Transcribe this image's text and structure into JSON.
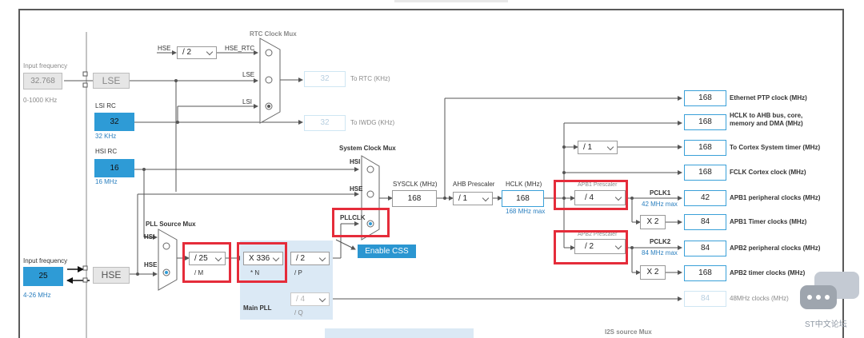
{
  "input_frequency_lse": {
    "label": "Input frequency",
    "value": "32.768",
    "range": "0-1000 KHz"
  },
  "lse": {
    "label": "LSE"
  },
  "lsi_rc": {
    "label": "LSI RC",
    "value": "32",
    "freq": "32 KHz"
  },
  "hsi_rc": {
    "label": "HSI RC",
    "value": "16",
    "freq": "16 MHz"
  },
  "input_frequency_hse": {
    "label": "Input frequency",
    "value": "25",
    "range": "4-26 MHz"
  },
  "hse": {
    "label": "HSE"
  },
  "rtc_mux": {
    "title": "RTC Clock Mux",
    "hse_label": "HSE",
    "div_value": "/ 2",
    "hse_rtc_label": "HSE_RTC",
    "lse_label": "LSE",
    "lsi_label": "LSI"
  },
  "to_rtc": {
    "value": "32",
    "label": "To RTC (KHz)"
  },
  "to_iwdg": {
    "value": "32",
    "label": "To IWDG (KHz)"
  },
  "pll_source_mux": {
    "title": "PLL Source Mux",
    "hsi_label": "HSI",
    "hse_label": "HSE"
  },
  "main_pll": {
    "title": "Main PLL",
    "m_value": "/ 25",
    "m_label": "/ M",
    "n_value": "X 336",
    "n_label": "* N",
    "p_value": "/ 2",
    "p_label": "/ P",
    "q_value": "/ 4",
    "q_label": "/ Q"
  },
  "system_clock_mux": {
    "title": "System Clock Mux",
    "hsi_label": "HSI",
    "hse_label": "HSE",
    "pllclk_label": "PLLCLK"
  },
  "enable_css": {
    "label": "Enable CSS"
  },
  "sysclk": {
    "label": "SYSCLK (MHz)",
    "value": "168"
  },
  "ahb_prescaler": {
    "label": "AHB Prescaler",
    "value": "/ 1"
  },
  "hclk": {
    "label": "HCLK (MHz)",
    "value": "168",
    "max": "168 MHz max"
  },
  "cortex_timer_div": {
    "value": "/ 1"
  },
  "apb1_prescaler": {
    "label": "APB1 Prescaler",
    "value": "/ 4",
    "pclk_label": "PCLK1",
    "max": "42 MHz max",
    "timer_mult": "X 2"
  },
  "apb2_prescaler": {
    "label": "APB2 Prescaler",
    "value": "/ 2",
    "pclk_label": "PCLK2",
    "max": "84 MHz max",
    "timer_mult": "X 2"
  },
  "outputs": {
    "ethernet": {
      "value": "168",
      "label": "Ethernet PTP clock (MHz)"
    },
    "hclk_ahb": {
      "value": "168",
      "label": "HCLK to AHB bus, core, memory and DMA (MHz)"
    },
    "cortex_timer": {
      "value": "168",
      "label": "To Cortex System timer (MHz)"
    },
    "fclk": {
      "value": "168",
      "label": "FCLK Cortex clock (MHz)"
    },
    "apb1_periph": {
      "value": "42",
      "label": "APB1 peripheral clocks (MHz)"
    },
    "apb1_timer": {
      "value": "84",
      "label": "APB1 Timer clocks (MHz)"
    },
    "apb2_periph": {
      "value": "84",
      "label": "APB2 peripheral clocks (MHz)"
    },
    "apb2_timer": {
      "value": "168",
      "label": "APB2 timer clocks (MHz)"
    },
    "mhz48": {
      "value": "84",
      "label": "48MHz clocks (MHz)"
    }
  },
  "i2s_mux": {
    "title": "I2S source Mux"
  },
  "watermark": {
    "text": "ST中文论坛"
  },
  "colors": {
    "accent": "#2e9bd6",
    "highlight": "#e52c3a",
    "pll_region": "#dbe9f5"
  }
}
